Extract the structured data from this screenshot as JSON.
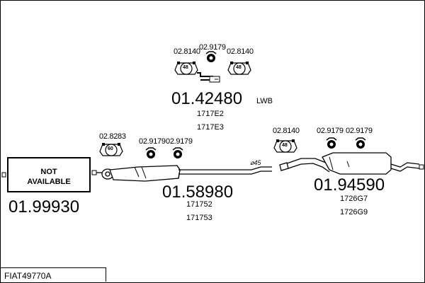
{
  "not_available": {
    "line1": "NOT",
    "line2": "AVAILABLE"
  },
  "part_numbers": {
    "front": "01.99930",
    "center": "01.58980",
    "rear": "01.94590",
    "top_pipe": "01.42480"
  },
  "top_pipe_variant": "LWB",
  "sub_codes": {
    "top_pipe": [
      "1717E2",
      "1717E3"
    ],
    "center": [
      "171752",
      "171753"
    ],
    "rear": [
      "1726G7",
      "1726G9"
    ]
  },
  "fitting_codes": {
    "top_left_clamp": "02.8140",
    "top_mount": "02.9179",
    "top_right_clamp": "02.8140",
    "mid_clamp": "02.8283",
    "mid_mount_1": "02.9179",
    "mid_mount_2": "02.9179",
    "rear_clamp": "02.8140",
    "rear_mount_1": "02.9179",
    "rear_mount_2": "02.9179"
  },
  "clamp_sizes": {
    "top_left": "48",
    "top_right": "48",
    "mid": "60",
    "rear": "48"
  },
  "pipe_diameter": "⌀45",
  "model_code": "FIAT49770A"
}
